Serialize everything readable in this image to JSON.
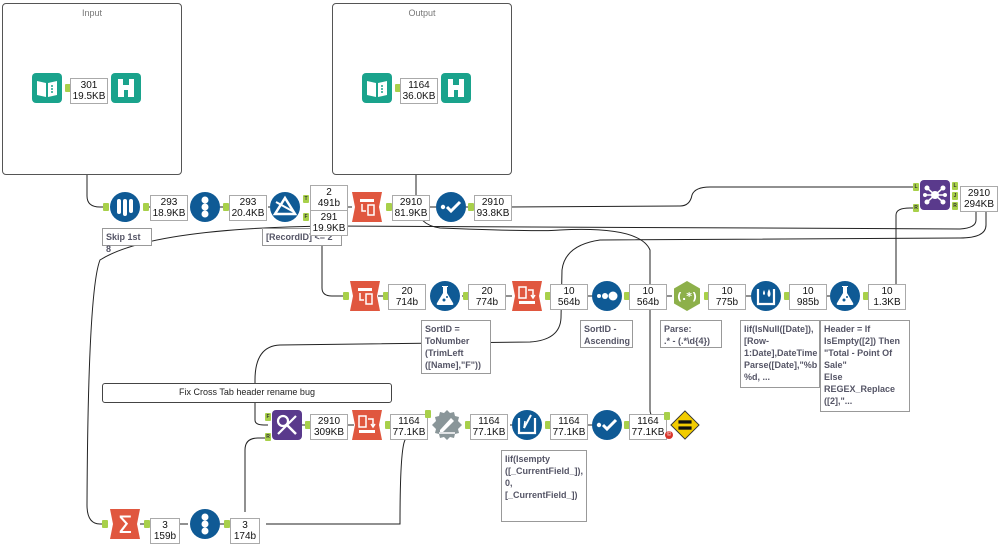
{
  "containers": [
    {
      "id": "input",
      "title": "Input"
    },
    {
      "id": "output",
      "title": "Output"
    }
  ],
  "tools": [
    {
      "id": "input-data",
      "type": "input-data",
      "icon": "book-icon",
      "color": "#1aa38c"
    },
    {
      "id": "browse-input",
      "type": "browse",
      "icon": "binoculars-icon",
      "color": "#1aa38c"
    },
    {
      "id": "output-data",
      "type": "output-data",
      "icon": "book-icon",
      "color": "#1aa38c"
    },
    {
      "id": "browse-output",
      "type": "browse",
      "icon": "binoculars-icon",
      "color": "#1aa38c"
    },
    {
      "id": "sample",
      "type": "sample",
      "icon": "test-tubes-icon",
      "color": "#0f5a95"
    },
    {
      "id": "record-id-1",
      "type": "record-id",
      "icon": "record-id-icon",
      "color": "#0f5a95"
    },
    {
      "id": "filter",
      "type": "filter",
      "icon": "filter-icon",
      "color": "#0f5a95"
    },
    {
      "id": "transpose-1",
      "type": "transpose",
      "icon": "transpose-icon",
      "color": "#e0573f"
    },
    {
      "id": "select-1",
      "type": "select",
      "icon": "select-check-icon",
      "color": "#0f5a95"
    },
    {
      "id": "join",
      "type": "join",
      "icon": "join-icon",
      "color": "#5a3a8c"
    },
    {
      "id": "transpose-2",
      "type": "transpose",
      "icon": "transpose-icon",
      "color": "#e0573f"
    },
    {
      "id": "formula-1",
      "type": "formula",
      "icon": "flask-icon",
      "color": "#0f5a95"
    },
    {
      "id": "crosstab-1",
      "type": "cross-tab",
      "icon": "crosstab-icon",
      "color": "#e0573f"
    },
    {
      "id": "sort",
      "type": "sort",
      "icon": "sort-dots-icon",
      "color": "#0f5a95"
    },
    {
      "id": "regex",
      "type": "regex",
      "icon": "regex-icon",
      "color": "#8db04a"
    },
    {
      "id": "multirow",
      "type": "multi-row-formula",
      "icon": "multirow-icon",
      "color": "#0f5a95"
    },
    {
      "id": "formula-2",
      "type": "formula",
      "icon": "flask-icon",
      "color": "#0f5a95"
    },
    {
      "id": "find-replace",
      "type": "find-replace",
      "icon": "find-replace-icon",
      "color": "#5a3a8c"
    },
    {
      "id": "crosstab-2",
      "type": "cross-tab",
      "icon": "crosstab-icon",
      "color": "#e0573f"
    },
    {
      "id": "dynamic-rename",
      "type": "dynamic-rename",
      "icon": "dynamic-rename-icon",
      "color": "#8a9699"
    },
    {
      "id": "multifield",
      "type": "multi-field-formula",
      "icon": "multifield-icon",
      "color": "#0f5a95"
    },
    {
      "id": "select-2",
      "type": "select",
      "icon": "select-check-icon",
      "color": "#0f5a95"
    },
    {
      "id": "union",
      "type": "union",
      "icon": "union-icon",
      "color": "#f2cc00"
    },
    {
      "id": "summarize",
      "type": "summarize",
      "icon": "sigma-icon",
      "color": "#e0573f"
    },
    {
      "id": "record-id-2",
      "type": "record-id",
      "icon": "record-id-icon",
      "color": "#0f5a95"
    }
  ],
  "badges": {
    "input": [
      "301",
      "19.5KB"
    ],
    "output": [
      "1164",
      "36.0KB"
    ],
    "sample": [
      "293",
      "18.9KB"
    ],
    "recordid1": [
      "293",
      "20.4KB"
    ],
    "filter_true": [
      "2",
      "491b"
    ],
    "filter_false": [
      "291",
      "19.9KB"
    ],
    "transpose1": [
      "2910",
      "81.9KB"
    ],
    "select1": [
      "2910",
      "93.8KB"
    ],
    "join": [
      "2910",
      "294KB"
    ],
    "transpose2": [
      "20",
      "714b"
    ],
    "formula1": [
      "20",
      "774b"
    ],
    "crosstab1": [
      "10",
      "564b"
    ],
    "sort": [
      "10",
      "564b"
    ],
    "regex": [
      "10",
      "775b"
    ],
    "multirow": [
      "10",
      "985b"
    ],
    "formula2": [
      "10",
      "1.3KB"
    ],
    "findreplace": [
      "2910",
      "309KB"
    ],
    "crosstab2": [
      "1164",
      "77.1KB"
    ],
    "dynrename": [
      "1164",
      "77.1KB"
    ],
    "multifield": [
      "1164",
      "77.1KB"
    ],
    "select2": [
      "1164",
      "77.1KB"
    ],
    "summarize": [
      "3",
      "159b"
    ],
    "recordid2": [
      "3",
      "174b"
    ]
  },
  "annotations": {
    "sample": "Skip 1st 8",
    "filter": "[RecordID] <= 2",
    "formula1": "SortID =\nToNumber\n(TrimLeft\n([Name],\"F\"))",
    "sort": "SortID -\nAscending",
    "regex": "Parse:\n.* - (.*\\d{4})",
    "multirow": "Iif(IsNull([Date]),\n[Row-\n1:Date],DateTime\nParse([Date],\"%b\n%d, ...",
    "formula2": "Header = If\nIsEmpty([2]) Then\n\"Total - Point Of\nSale\"\nElse\nREGEX_Replace\n([2],\"...",
    "multifield": "Iif(Isempty\n([_CurrentField_]),\n0,[_CurrentField_])"
  },
  "comment": {
    "text": "Fix Cross Tab header rename bug"
  },
  "anchors": {
    "true": "T",
    "false": "F",
    "left": "L",
    "right": "R",
    "join": "J",
    "find": "F",
    "replace": "R"
  }
}
